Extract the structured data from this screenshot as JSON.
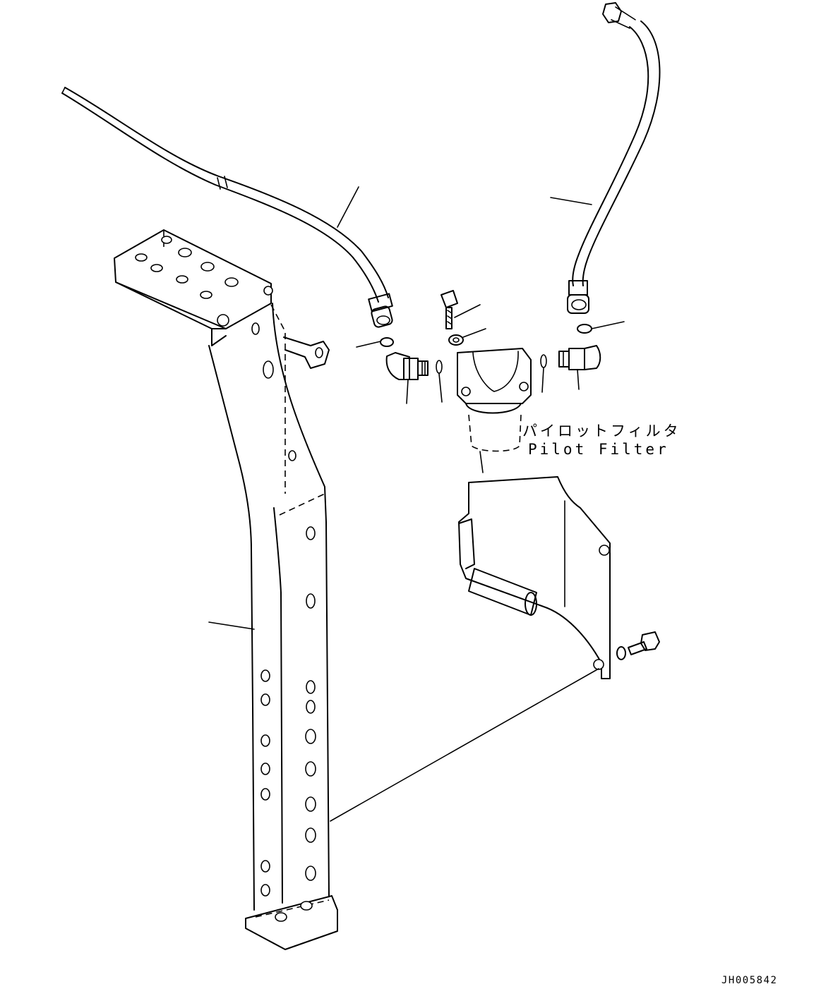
{
  "labels": {
    "pilot_filter_jp": "パイロットフィルタ",
    "pilot_filter_en": "Pilot Filter"
  },
  "drawing_id": "JH005842",
  "colors": {
    "line": "#000000",
    "background": "#ffffff"
  }
}
